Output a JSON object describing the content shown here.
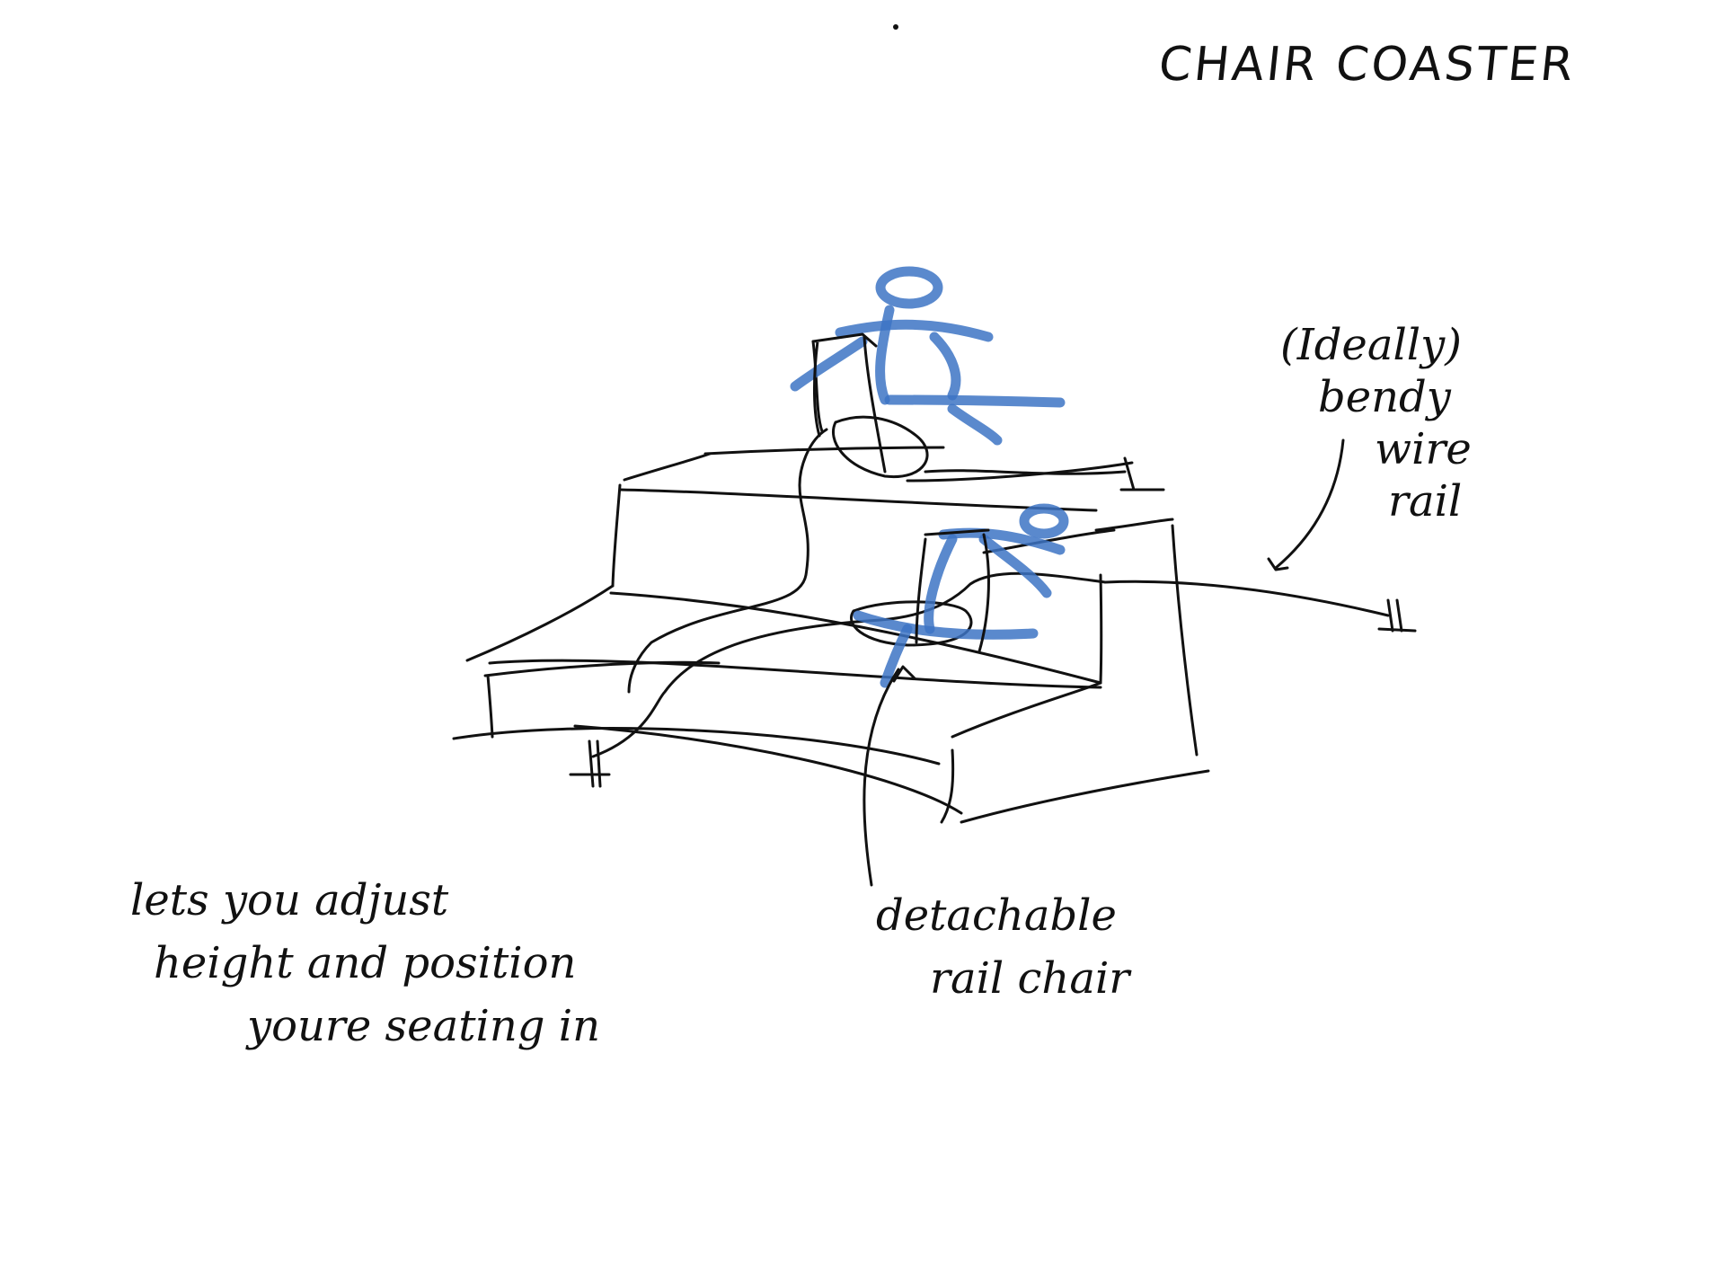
{
  "title": "CHAIR COASTER",
  "notes": {
    "rail": [
      "(Ideally)",
      "bendy",
      "wire",
      "rail"
    ],
    "adjust": [
      "lets you adjust",
      "height and position",
      "youre seating in"
    ],
    "chair": [
      "detachable",
      "rail chair"
    ]
  },
  "colors": {
    "ink": "#111111",
    "marker": "#3d74c4",
    "paper": "#ffffff"
  }
}
